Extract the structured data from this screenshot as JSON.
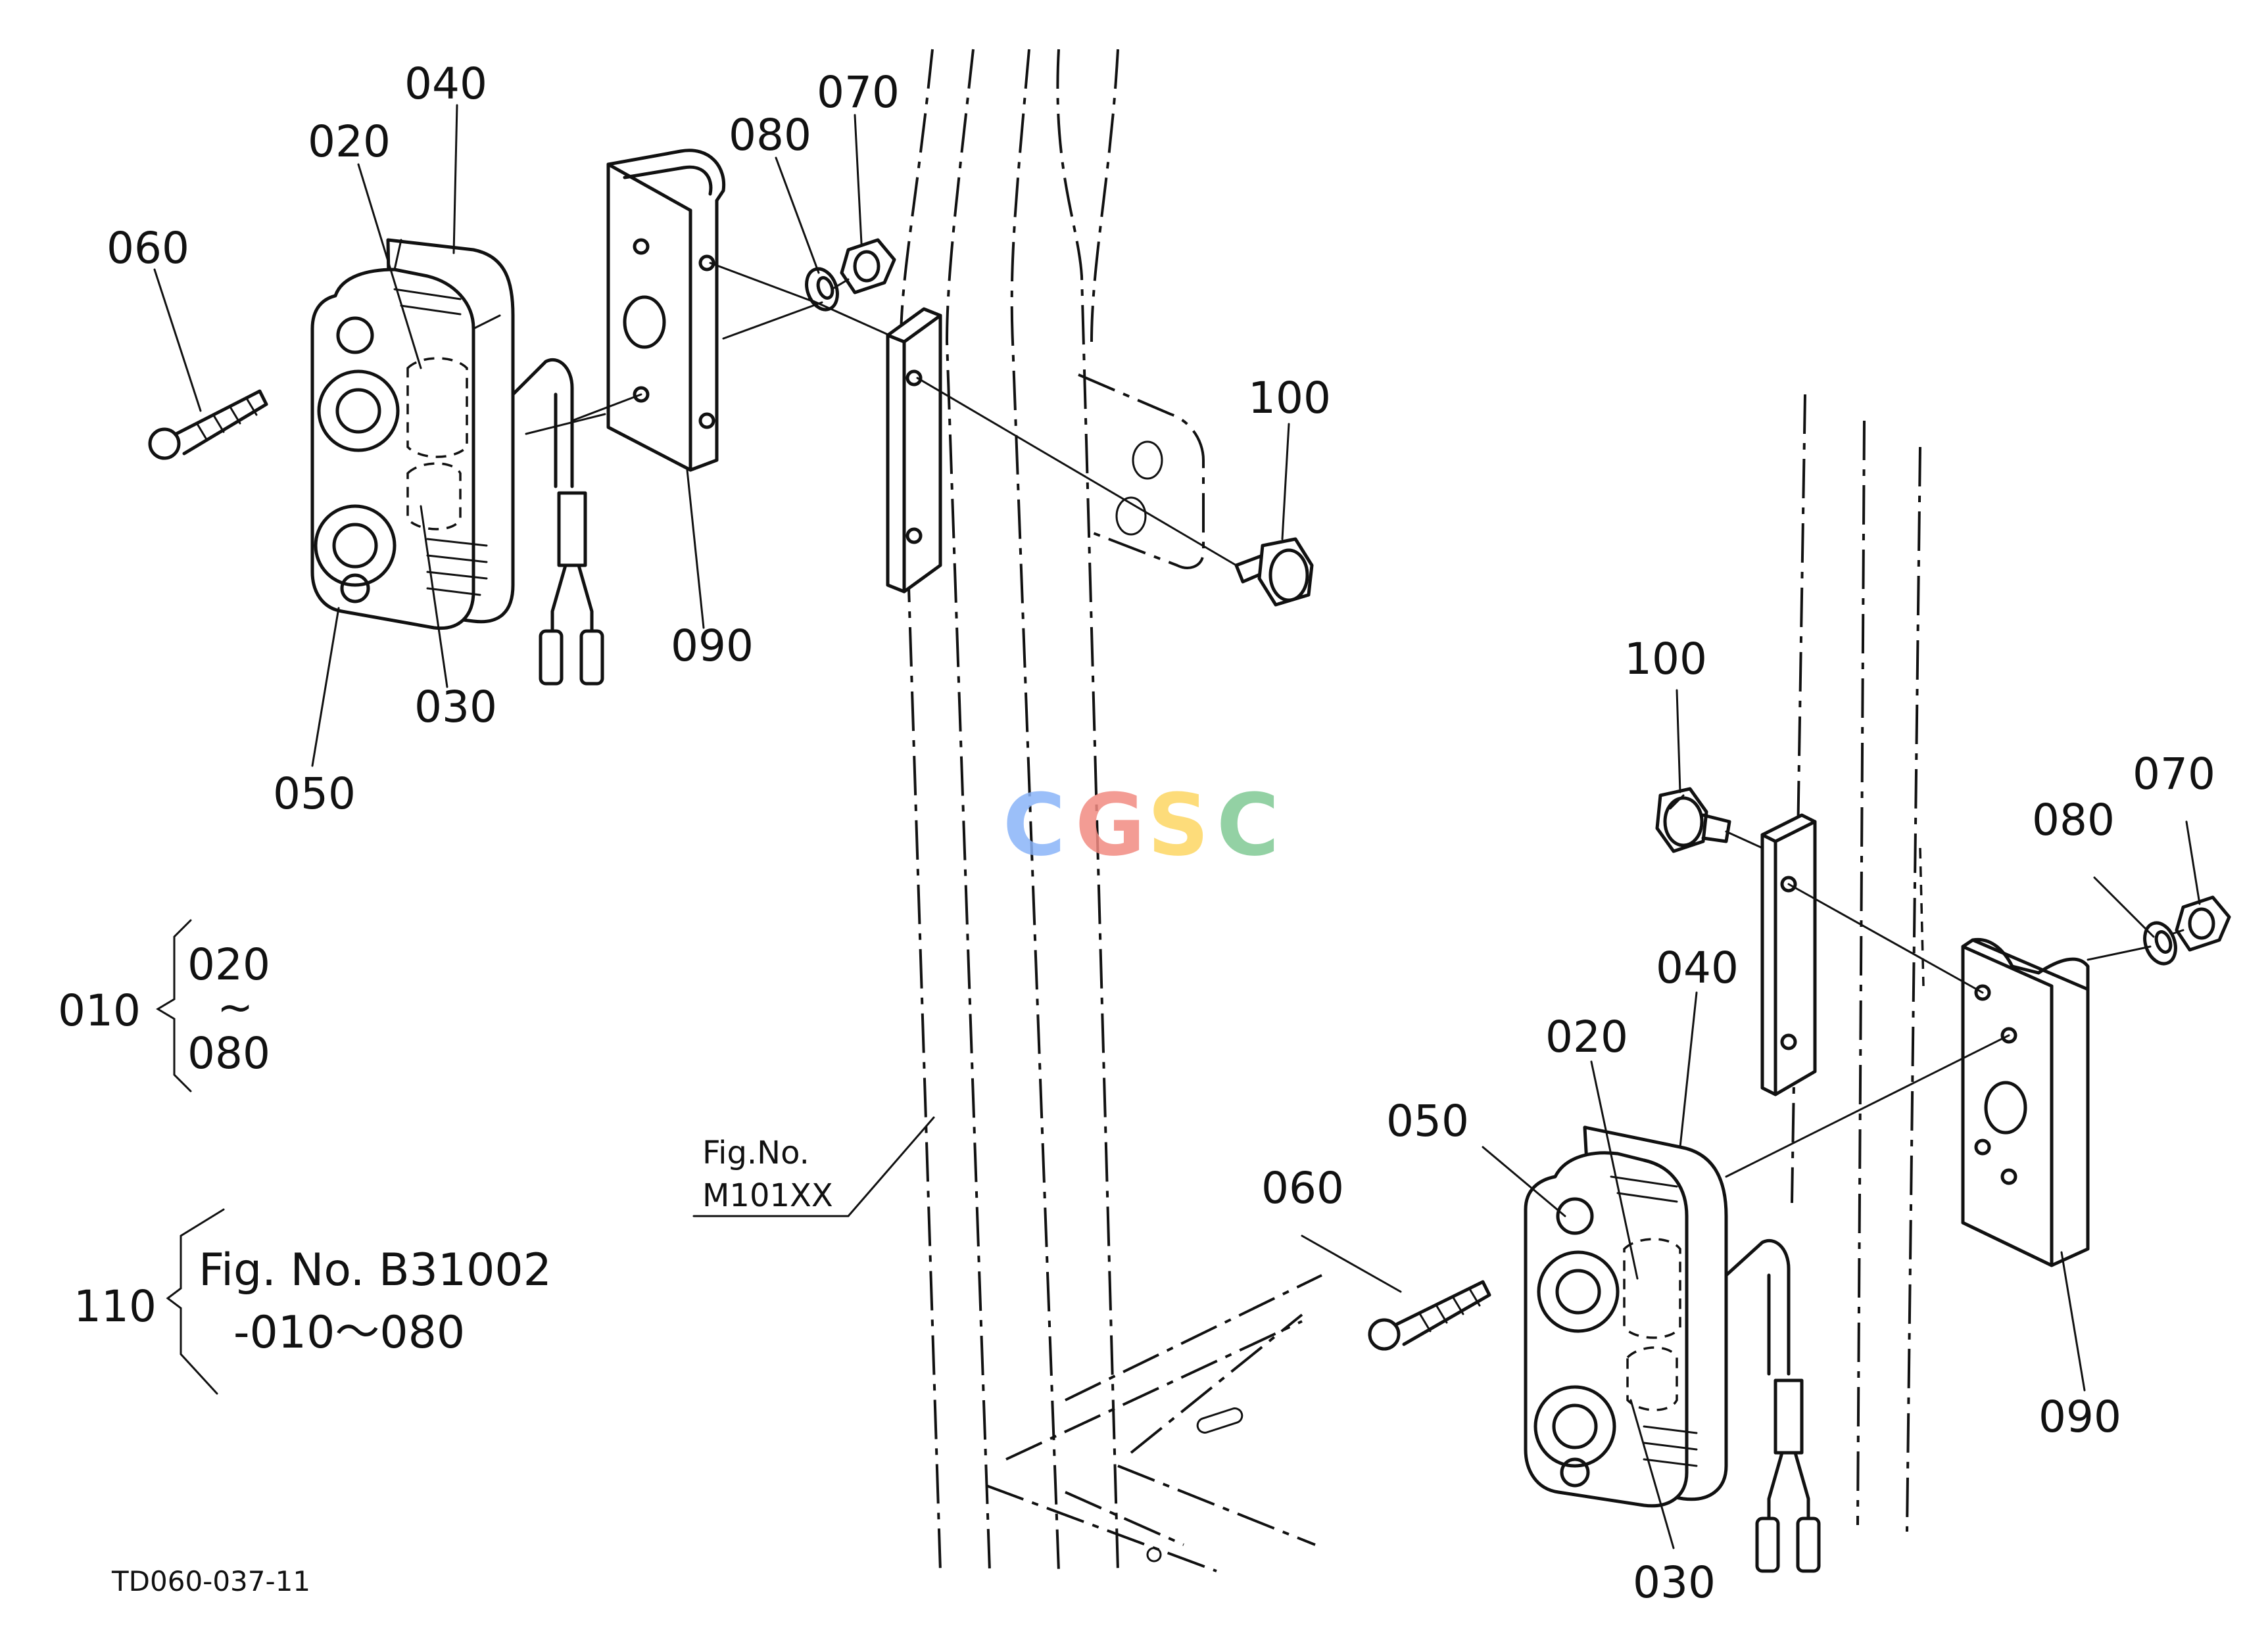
{
  "diagram": {
    "labels": {
      "top_040": "040",
      "top_020": "020",
      "top_060": "060",
      "top_080": "080",
      "top_070": "070",
      "top_100": "100",
      "top_090": "090",
      "top_030": "030",
      "top_050": "050",
      "bot_100": "100",
      "bot_070": "070",
      "bot_080": "080",
      "bot_040": "040",
      "bot_020": "020",
      "bot_050": "050",
      "bot_060": "060",
      "bot_090": "090",
      "bot_030": "030"
    },
    "assembly": {
      "id": "010",
      "from": "020",
      "tilde": "~",
      "to": "080"
    },
    "reference": {
      "id": "110",
      "line1": "Fig. No. B31002",
      "line2": "-010～080"
    },
    "fig_ref": {
      "line1": "Fig.No.",
      "line2": "M101XX"
    },
    "drawing_code": "TD060-037-11",
    "watermark": {
      "letters": [
        "C",
        "G",
        "S",
        "C"
      ],
      "colors": [
        "#8ab4f8",
        "#f28b82",
        "#fdd663",
        "#81c995"
      ]
    }
  }
}
